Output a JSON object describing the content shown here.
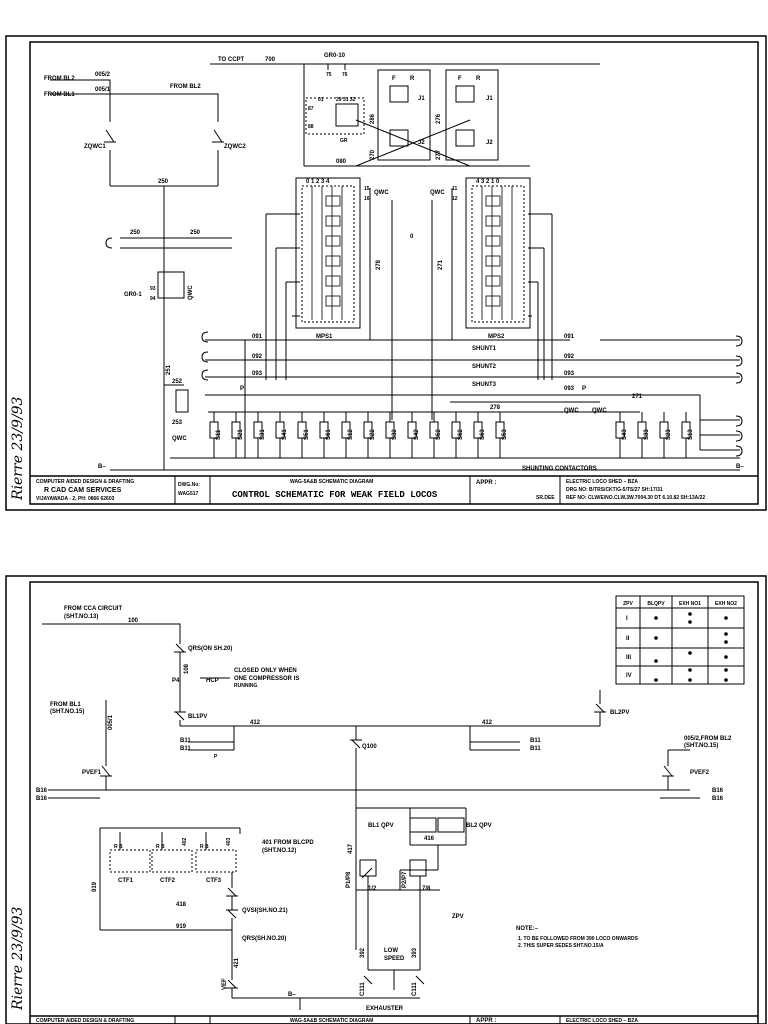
{
  "sheet1": {
    "labels": {
      "to_ccpt": "TO CCPT",
      "w700": "700",
      "gr10": "GR0-10",
      "gr10_a": "75",
      "gr10_b": "76",
      "from_bl2_left": "FROM BL2",
      "from_bl1_left": "FROM BL1",
      "w005_2": "005/2",
      "w005_1": "005/1",
      "from_bl2_mid": "FROM BL2",
      "zqwc1": "ZQWC1",
      "zqwc2": "ZQWC2",
      "w250": "250",
      "w250_a": "250",
      "w250_b": "250",
      "gr1": "GR0-1",
      "gr1_93": "93",
      "gr1_94": "94",
      "qwc_v": "QWC",
      "w251": "251",
      "w252": "252",
      "w253": "253",
      "qwc_b": "QWC",
      "w091": "091",
      "w092": "092",
      "w093": "093",
      "p_left": "P",
      "w080": "080",
      "w278": "278",
      "w271": "271",
      "w276": "276",
      "w277": "277",
      "w270": "270",
      "w286": "286",
      "mps1": "MPS1",
      "mps2": "MPS2",
      "mps1_taps": "0  1  2  3  4",
      "mps2_taps": "4  3  2  1  0",
      "qwc_l": "QWC",
      "qwc_r": "QWC",
      "q15": "15",
      "q16": "16",
      "q11": "11",
      "q12": "12",
      "shunt1": "SHUNT1",
      "shunt2": "SHUNT2",
      "shunt3": "SHUNT3",
      "w091r": "091",
      "w092r": "092",
      "w093r": "093",
      "p_right": "P",
      "w271b": "271",
      "w278b": "278",
      "qwc_c1": "QWC",
      "qwc_c2": "QWC",
      "jr_f": "F",
      "jr_r": "R",
      "jr_j1": "J1",
      "jr_j2": "J2",
      "jr_f2": "F",
      "jr_r2": "R",
      "jr_j1b": "J1",
      "jr_j2b": "J2",
      "gr_top": "GR",
      "g87": "87",
      "g88": "88",
      "g01": "01",
      "g29": "29 31 32",
      "shunting_contactors": "SHUNTING CONTACTORS",
      "b_minus_l": "B–",
      "b_minus_r": "B–",
      "o_mark": "0"
    },
    "contactors": [
      "S11",
      "S21",
      "S31",
      "S41",
      "S51",
      "S61",
      "S12",
      "S22",
      "S32",
      "S42",
      "S52",
      "S62",
      "S63",
      "S53",
      "S43",
      "S33",
      "S23",
      "S13"
    ],
    "title_block": {
      "company1": "COMPUTER AIDED DESIGN & DRAFTING",
      "company2": "R CAD CAM SERVICES",
      "company3": "VIJAYAWADA - 2,  PH: 0866 62603",
      "dwg_no_label": "DWG.No:",
      "dwg_no": "WAG517",
      "series": "WAG-5A&B SCHEMATIC DIAGRAM",
      "title": "CONTROL SCHEMATIC FOR WEAK FIELD LOCOS",
      "appr": "APPR :",
      "shed": "ELECTRIC LOCO SHED – BZA",
      "drg_no": "DRG NO: B/TRS/CKT/G-5/TS/27   SH:17/31",
      "ref_no": "REF NO: CLW/E/NO.CLW.3W.7004.30  DT 6.10.82  SH:13A/22",
      "sig_label": "SR.DEE"
    },
    "margin_signature": "Rierre 23/9/93"
  },
  "sheet2": {
    "labels": {
      "from_cca": "FROM CCA CIRCUIT",
      "from_cca_sht": "(SHT.NO.13)",
      "w100": "100",
      "qrs": "QRS(ON SH.20)",
      "w108": "108",
      "p4": "P4",
      "hcp": "HCP",
      "closed1": "CLOSED ONLY WHEN",
      "closed2": "ONE COMPRESSOR IS",
      "closed3": "RUNNING",
      "from_bl1": "FROM BL1",
      "from_bl1_sht": "(SHT.NO.15)",
      "bl1pv": "BL1PV",
      "bl2pv": "BL2PV",
      "w412a": "412",
      "w412b": "412",
      "b11a": "B11",
      "b11b": "B11",
      "b11c": "B11",
      "b11d": "B11",
      "w005_1": "005/1",
      "p_mark": "P",
      "q100": "Q100",
      "w005_2": "005/2,FROM BL2",
      "w005_2sht": "(SHT.NO.15)",
      "pvef1": "PVEF1",
      "pvef2": "PVEF2",
      "b16a": "B16",
      "b16b": "B16",
      "b16c": "B16",
      "b16d": "B16",
      "bl1qpv": "BL1 QPV",
      "bl2qpv": "BL2 QPV",
      "w416": "416",
      "w417": "417",
      "w401": "401  FROM BLCPD",
      "w401sht": "(SHT.NO.12)",
      "ctf1": "CTF1",
      "ctf2": "CTF2",
      "ctf3": "CTF3",
      "w919a": "919",
      "w919b": "919",
      "w418": "418",
      "qvsi": "QVSI(SH.NO.21)",
      "qrs2": "QRS(SH.NO.20)",
      "w421": "421",
      "vef": "VEF",
      "w402": "402",
      "w403": "403",
      "zpv": "ZPV",
      "p1p8": "P1/P8",
      "p2p7": "P2/P7",
      "pos12": "1/2",
      "pos78": "7/8",
      "low_speed1": "LOW",
      "low_speed2": "SPEED",
      "c111a": "C111",
      "c111b": "C111",
      "w392": "392",
      "w393": "393",
      "exhauster": "EXHAUSTER",
      "b_minus": "B–",
      "rb": "R    B",
      "note_title": "NOTE:–",
      "note1": "1. TO BE FOLLOWED FROM 390 LOCO ONWARDS",
      "note2": "2. THIS SUPER SEDES SHT.NO.15/A"
    },
    "table": {
      "headers": [
        "ZPV",
        "BLQPV",
        "EXH NO1",
        "EXH NO2"
      ],
      "rows": [
        "I",
        "II",
        "III",
        "IV"
      ]
    },
    "title_block": {
      "company1": "COMPUTER AIDED DESIGN & DRAFTING",
      "series": "WAG-5A&B SCHEMATIC DIAGRAM",
      "appr": "APPR :",
      "shed": "ELECTRIC LOCO SHED – BZA"
    },
    "margin_signature": "Rierre 23/9/93"
  }
}
